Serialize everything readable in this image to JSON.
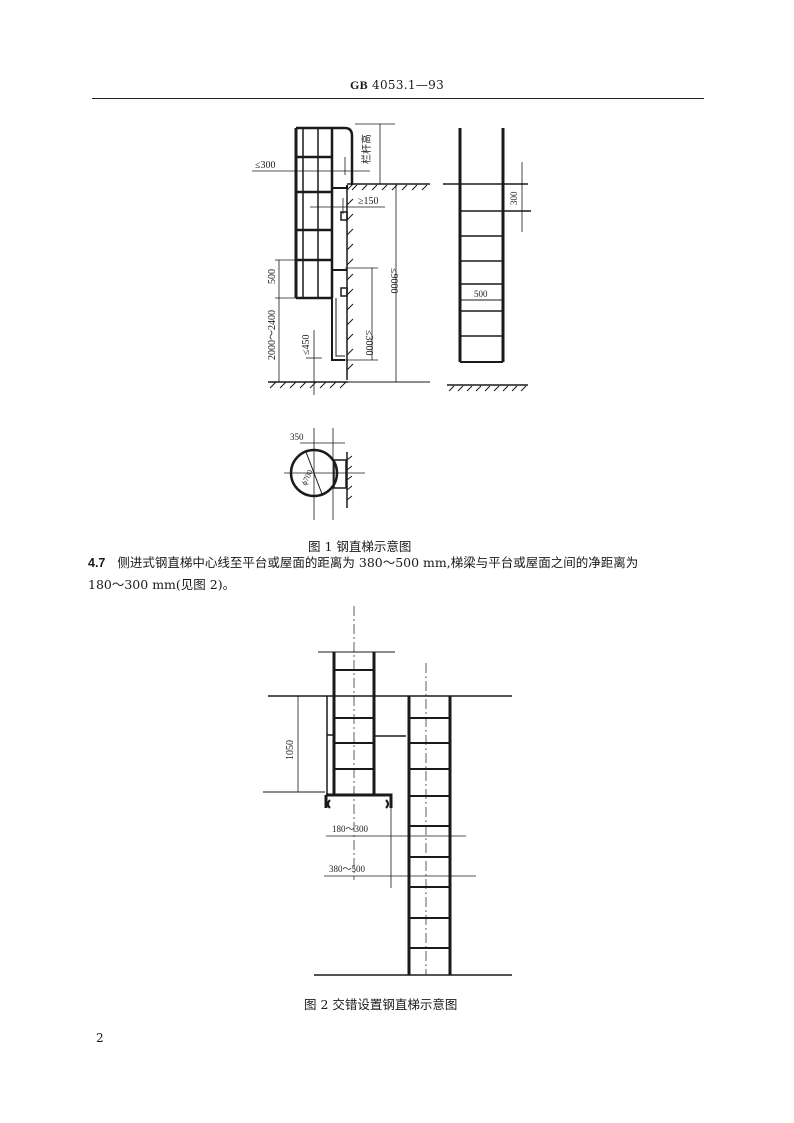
{
  "header": {
    "standard_prefix": "GB",
    "standard_number": "4053.1—93"
  },
  "figure1": {
    "caption": "图 1   钢直梯示意图",
    "labels": {
      "railing_height": "栏杆高",
      "max_300": "≤300",
      "min_150": "≥150",
      "cage_500": "500",
      "height_2000_2400": "2000～2400",
      "max_450": "≤450",
      "max_3000": "≤3000",
      "max_9000": "≤9000",
      "rung_300": "300",
      "width_500": "500",
      "offset_350": "350",
      "diameter_700": "ϕ700"
    }
  },
  "section_4_7": {
    "number": "4.7",
    "line1": "侧进式钢直梯中心线至平台或屋面的距离为 380～500 mm,梯梁与平台或屋面之间的净距离为",
    "line2": "180～300 mm(见图 2)。"
  },
  "figure2": {
    "caption": "图 2   交错设置钢直梯示意图",
    "labels": {
      "height_1050": "1050",
      "gap_180_300": "180～300",
      "dist_380_500": "380～500"
    }
  },
  "page_number": "2"
}
